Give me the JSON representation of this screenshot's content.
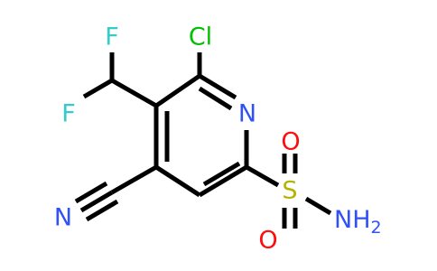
{
  "atoms": {
    "cl": "Cl",
    "n_ring": "N",
    "f_top": "F",
    "f_bottom": "F",
    "s": "S",
    "o_top": "O",
    "o_bottom": "O",
    "nh2_main": "NH",
    "nh2_sub": "2",
    "n_nitrile": "N"
  },
  "colors": {
    "bond": "#000000",
    "carbon": "#000000",
    "chlorine": "#00c000",
    "fluorine": "#33cccc",
    "nitrogen": "#3050f8",
    "oxygen": "#ff0d0d",
    "sulfur": "#b4b400"
  }
}
